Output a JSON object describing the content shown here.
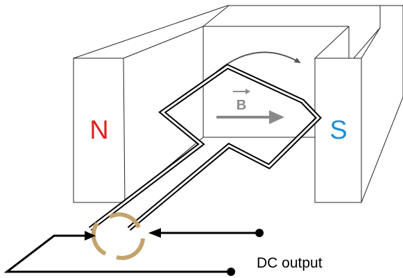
{
  "labels": {
    "north_pole": "N",
    "south_pole": "S",
    "field_vector": "B",
    "output": "DC output"
  },
  "colors": {
    "north_pole": "#e02020",
    "south_pole": "#1a8fd8",
    "field_arrow": "#8a8a8a",
    "commutator": "#c4a46c",
    "wire": "#000000",
    "outline": "#222222"
  },
  "icons": {
    "rotation": "curved-arrow-icon",
    "field": "right-arrow-icon"
  }
}
